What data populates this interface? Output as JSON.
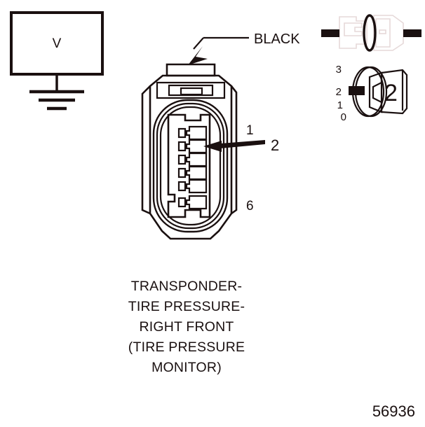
{
  "figure": {
    "number": "56936",
    "caption_lines": [
      "TRANSPONDER-",
      "TIRE PRESSURE-",
      "RIGHT FRONT",
      "(TIRE PRESSURE",
      "MONITOR)"
    ]
  },
  "meter": {
    "symbol": "V",
    "name": "voltmeter"
  },
  "wire_label": {
    "color_name": "BLACK"
  },
  "connector": {
    "pin_top_label": "1",
    "pin_bottom_label": "6",
    "cavity_count": 6,
    "probe_callout": "2"
  },
  "detail": {
    "number": "2",
    "scale_labels": [
      "3",
      "2",
      "1",
      "0"
    ],
    "highlighted_step": "2"
  },
  "colors": {
    "line": "#1a1010",
    "faint_line": "#e6d9d9",
    "background": "#ffffff"
  }
}
